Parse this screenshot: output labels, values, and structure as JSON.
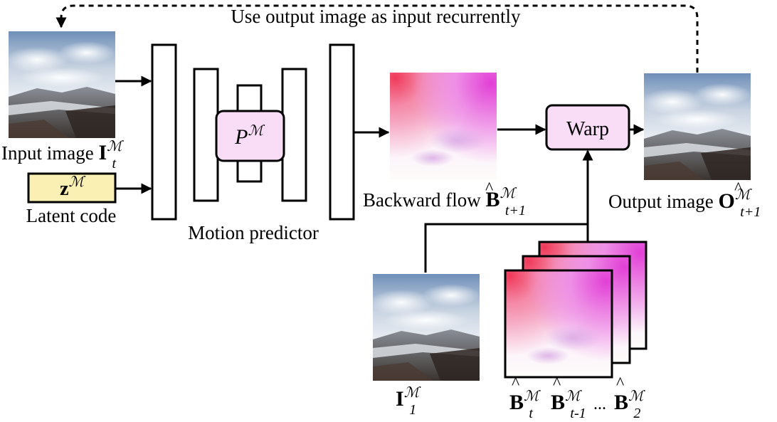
{
  "top_caption": "Use output image as input recurrently",
  "input": {
    "label": "Input image ",
    "sym": "I",
    "sup": "ℳ",
    "sub": "t"
  },
  "latent": {
    "sym": "z",
    "sup": "ℳ",
    "label": "Latent code"
  },
  "motion_predictor": {
    "label": "Motion predictor",
    "inner_sym": "P",
    "inner_sup": "ℳ"
  },
  "backward_flow": {
    "label": "Backward flow ",
    "sym": "B",
    "hat": "^",
    "sup": "ℳ",
    "sub": "t+1"
  },
  "warp": {
    "label": "Warp"
  },
  "output": {
    "label": "Output image ",
    "sym": "O",
    "hat": "^",
    "sup": "ℳ",
    "sub": "t+1"
  },
  "first_frame": {
    "sym": "I",
    "sup": "ℳ",
    "sub": "1"
  },
  "flow_stack": {
    "items": [
      {
        "sym": "B",
        "hat": "^",
        "sup": "ℳ",
        "sub": "t"
      },
      {
        "sym": "B",
        "hat": "^",
        "sup": "ℳ",
        "sub": "t-1"
      },
      {
        "sym": "B",
        "hat": "^",
        "sup": "ℳ",
        "sub": "2"
      }
    ],
    "ellipsis": "..."
  },
  "colors": {
    "warp_fill": "#f9dcf6",
    "latent_fill": "#faf0b4",
    "flow_magenta": "#e64fd8",
    "flow_red": "#f03a5a"
  }
}
